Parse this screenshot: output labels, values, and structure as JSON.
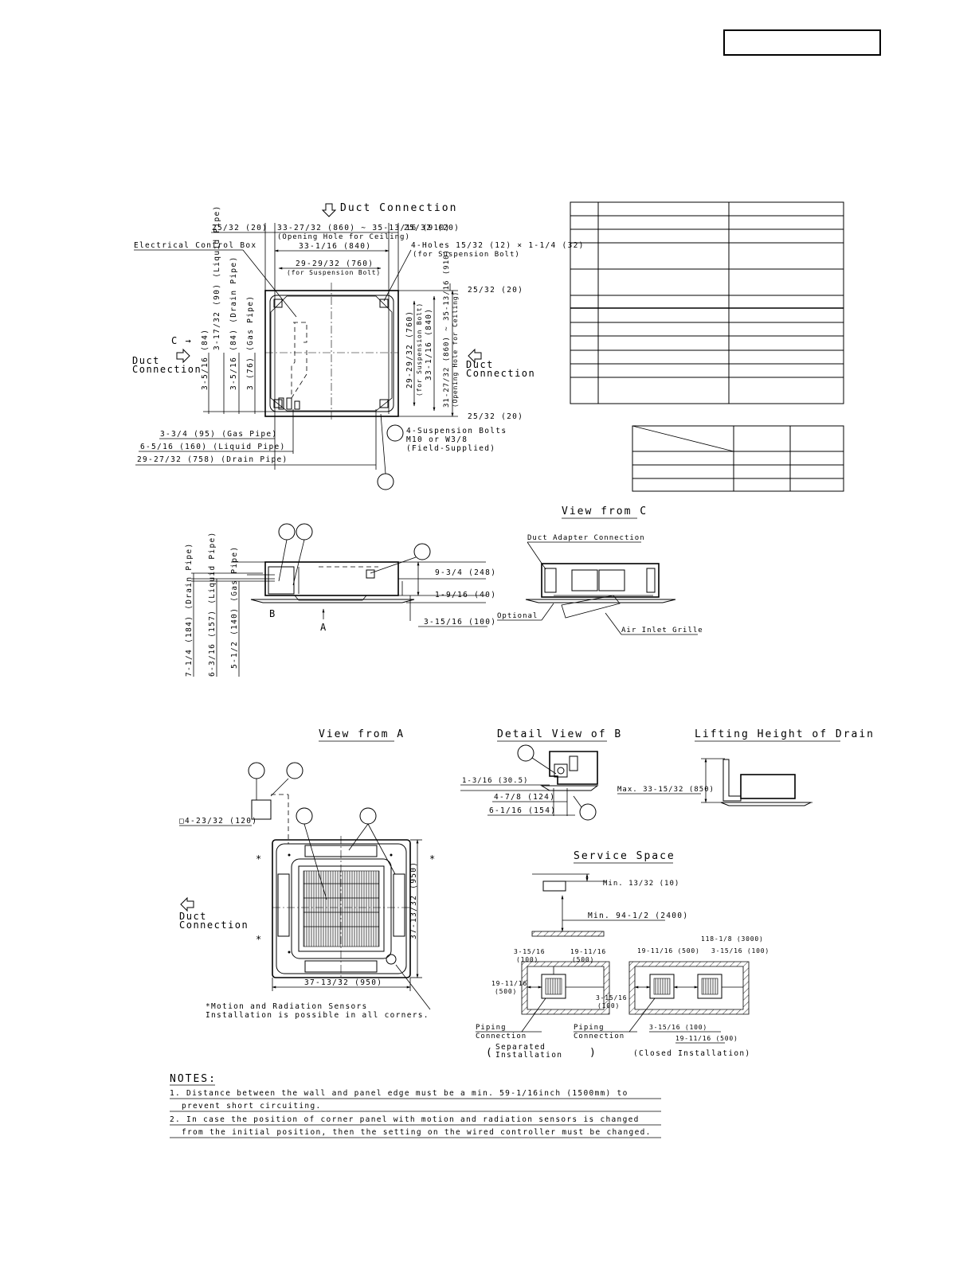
{
  "labels": {
    "duct_connection_top": "Duct Connection",
    "dim_25_32_20_a": "25/32 (20)",
    "dim_opening_a": "33-27/32 (860) ~ 35-13/16 (910)",
    "dim_opening_a_note": "(Opening Hole for Ceiling)",
    "dim_25_32_20_b": "25/32 (20)",
    "electrical_control_box": "Electrical Control Box",
    "dim_33_1_16": "33-1/16 (840)",
    "holes_4": "4-Holes 15/32 (12) × 1-1/4 (32)",
    "holes_4_note": "(for Suspension Bolt)",
    "dim_29_29_32": "29-29/32 (760)",
    "dim_29_29_32_note": "(for Suspension Bolt)",
    "dim_25_32_20_c": "25/32 (20)",
    "liquid_pipe_v": "3-17/32 (90) (Liquid Pipe)",
    "drain_pipe_v": "3-5/16 (84) (Drain Pipe)",
    "gas_pipe_v": "3 (76) (Gas Pipe)",
    "dim_3_5_16_84": "3-5/16 (84)",
    "c_arrow": "C →",
    "duct_conn_left_1": "Duct",
    "duct_conn_left_2": "Connection",
    "right_dim_760": "29-29/32 (760)",
    "right_dim_760_note": "(for Suspension Bolt)",
    "right_dim_840": "33-1/16 (840)",
    "right_dim_opening": "31-27/32 (860) ~ 35-13/16 (910)",
    "right_dim_opening_note": "(Opening Hole for Ceiling)",
    "duct_conn_right_1": "Duct",
    "duct_conn_right_2": "Connection",
    "dim_25_32_20_d": "25/32 (20)",
    "gas_pipe_h": "3-3/4 (95) (Gas Pipe)",
    "liquid_pipe_h": "6-5/16 (160) (Liquid Pipe)",
    "drain_pipe_h": "29-27/32 (758) (Drain Pipe)",
    "suspension_bolts_1": "4-Suspension Bolts",
    "suspension_bolts_2": "M10 or W3/8",
    "suspension_bolts_3": "(Field-Supplied)",
    "view_from_c": "View from C",
    "duct_adapter_connection": "Duct Adapter Connection",
    "dim_9_3_4": "9-3/4 (248)",
    "dim_1_9_16": "1-9/16 (40)",
    "dim_3_15_16": "3-15/16 (100)",
    "label_b": "B",
    "label_a": "A",
    "optional": "Optional",
    "air_inlet_grille": "Air Inlet Grille",
    "side_drain": "7-1/4 (184) (Drain Pipe)",
    "side_liquid": "6-3/16 (157) (Liquid Pipe)",
    "side_gas": "5-1/2 (140) (Gas Pipe)",
    "view_from_a": "View from A",
    "detail_view_b": "Detail View of B",
    "lifting_height": "Lifting Height of Drain",
    "box_4_23_32": "□4-23/32 (120)",
    "duct_conn_a_1": "Duct",
    "duct_conn_a_2": "Connection",
    "star1": "*",
    "star2": "*",
    "star3": "*",
    "dim_950_v": "37-13/32 (950)",
    "dim_950_h": "37-13/32 (950)",
    "sensors_note_1": "*Motion and Radiation Sensors",
    "sensors_note_2": "Installation is possible in all corners.",
    "dim_1_3_16": "1-3/16 (30.5)",
    "dim_4_7_8": "4-7/8 (124)",
    "dim_6_1_16": "6-1/16 (154)",
    "max_drain": "Max. 33-15/32 (850)",
    "service_space": "Service Space",
    "min_10": "Min. 13/32 (10)",
    "min_2400": "Min. 94-1/2 (2400)",
    "ss_3_15_16_a": "3-15/16",
    "ss_100_a": "(100)",
    "ss_19_11_16_a": "19-11/16",
    "ss_500_a": "(500)",
    "ss_19_11_16_b": "19-11/16",
    "ss_500_b": "(500)",
    "ss_3_15_16_b": "3-15/16",
    "ss_100_b": "(100)",
    "ss_piping_1": "Piping",
    "ss_piping_1b": "Connection",
    "ss_piping_2": "Piping",
    "ss_piping_2b": "Connection",
    "ss_separated_1": "Separated",
    "ss_separated_2": "Installation",
    "ss_closed": "(Closed Installation)",
    "ss_c_19": "19-11/16 (500)",
    "ss_c_118": "118-1/8 (3000)",
    "ss_c_3_15": "3-15/16 (100)",
    "ss_c_3_15_b": "3-15/16 (100)",
    "ss_c_19_b": "19-11/16 (500)",
    "notes_title": "NOTES:",
    "note1a": "1. Distance between the wall and panel edge must be a min. 59-1/16inch (1500mm) to",
    "note1b": "prevent short circuiting.",
    "note2a": "2. In case the position of corner panel with motion and radiation sensors is changed",
    "note2b": "from the initial position, then the setting on the wired controller must be changed."
  }
}
